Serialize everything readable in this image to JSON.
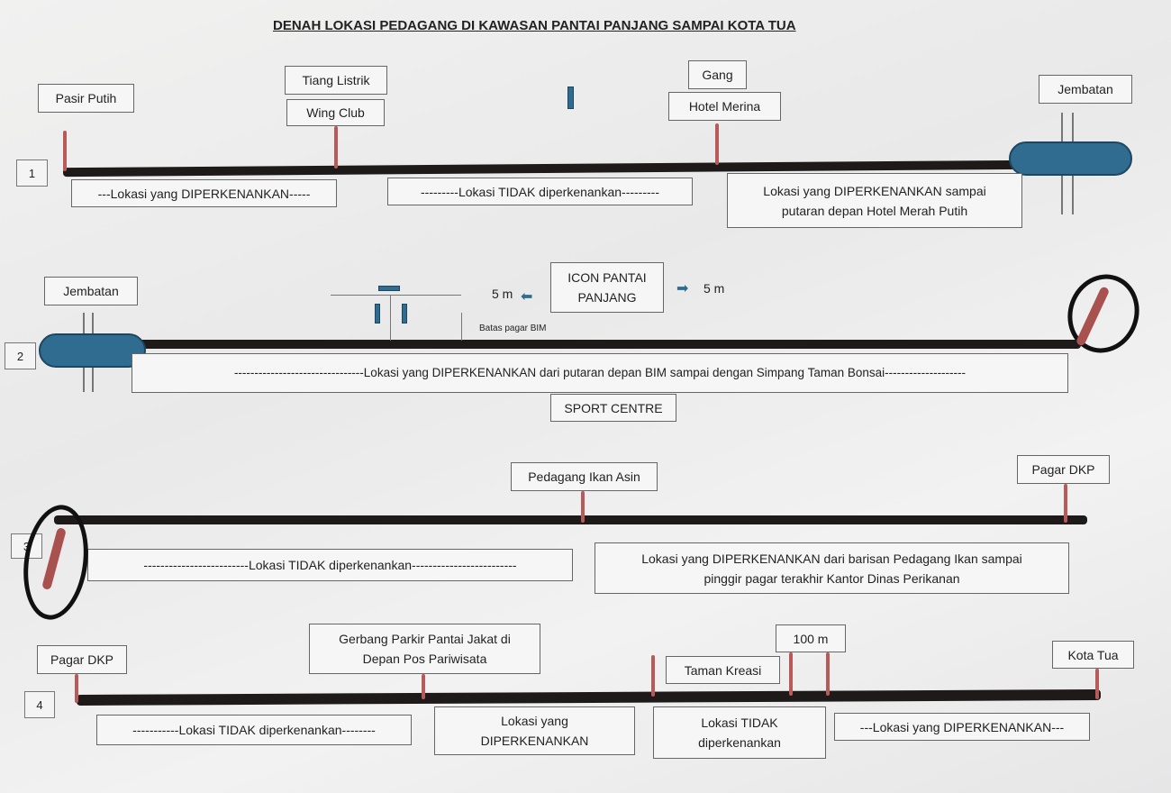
{
  "title": "DENAH LOKASI PEDAGANG DI KAWASAN PANTAI PANJANG SAMPAI KOTA TUA",
  "section1": {
    "number": "1",
    "labels": {
      "pasir_putih": "Pasir Putih",
      "tiang_listrik": "Tiang Listrik",
      "wing_club": "Wing Club",
      "gang": "Gang",
      "hotel_merina": "Hotel Merina",
      "jembatan": "Jembatan"
    },
    "zones": [
      "---Lokasi yang DIPERKENANKAN-----",
      "---------Lokasi TIDAK diperkenankan---------",
      "Lokasi yang DIPERKENANKAN sampai\nputaran depan Hotel Merah Putih"
    ]
  },
  "section2": {
    "number": "2",
    "labels": {
      "jembatan": "Jembatan",
      "icon": "ICON PANTAI\nPANJANG",
      "left_dist": "5 m",
      "right_dist": "5 m",
      "batas": "Batas pagar BIM",
      "sport": "SPORT CENTRE"
    },
    "zones": [
      "--------------------------------Lokasi yang DIPERKENANKAN dari  putaran depan BIM sampai dengan Simpang Taman Bonsai--------------------"
    ]
  },
  "section3": {
    "number": "3",
    "labels": {
      "ikan_asin": "Pedagang Ikan Asin",
      "pagar_dkp": "Pagar DKP"
    },
    "zones": [
      "-------------------------Lokasi TIDAK diperkenankan-------------------------",
      "Lokasi yang DIPERKENANKAN dari  barisan Pedagang Ikan sampai\npinggir pagar terakhir Kantor  Dinas Perikanan"
    ]
  },
  "section4": {
    "number": "4",
    "labels": {
      "pagar_dkp": "Pagar DKP",
      "gerbang": "Gerbang Parkir Pantai Jakat di\nDepan Pos Pariwisata",
      "taman": "Taman Kreasi",
      "dist": "100 m",
      "kota_tua": "Kota Tua"
    },
    "zones": [
      "-----------Lokasi TIDAK diperkenankan--------",
      "Lokasi yang\nDIPERKENANKAN",
      "Lokasi TIDAK\ndiperkenankan",
      "---Lokasi yang DIPERKENANKAN---"
    ]
  },
  "colors": {
    "road": "#1e1a1a",
    "bridge": "#2f6c90",
    "post": "#b8595a"
  }
}
